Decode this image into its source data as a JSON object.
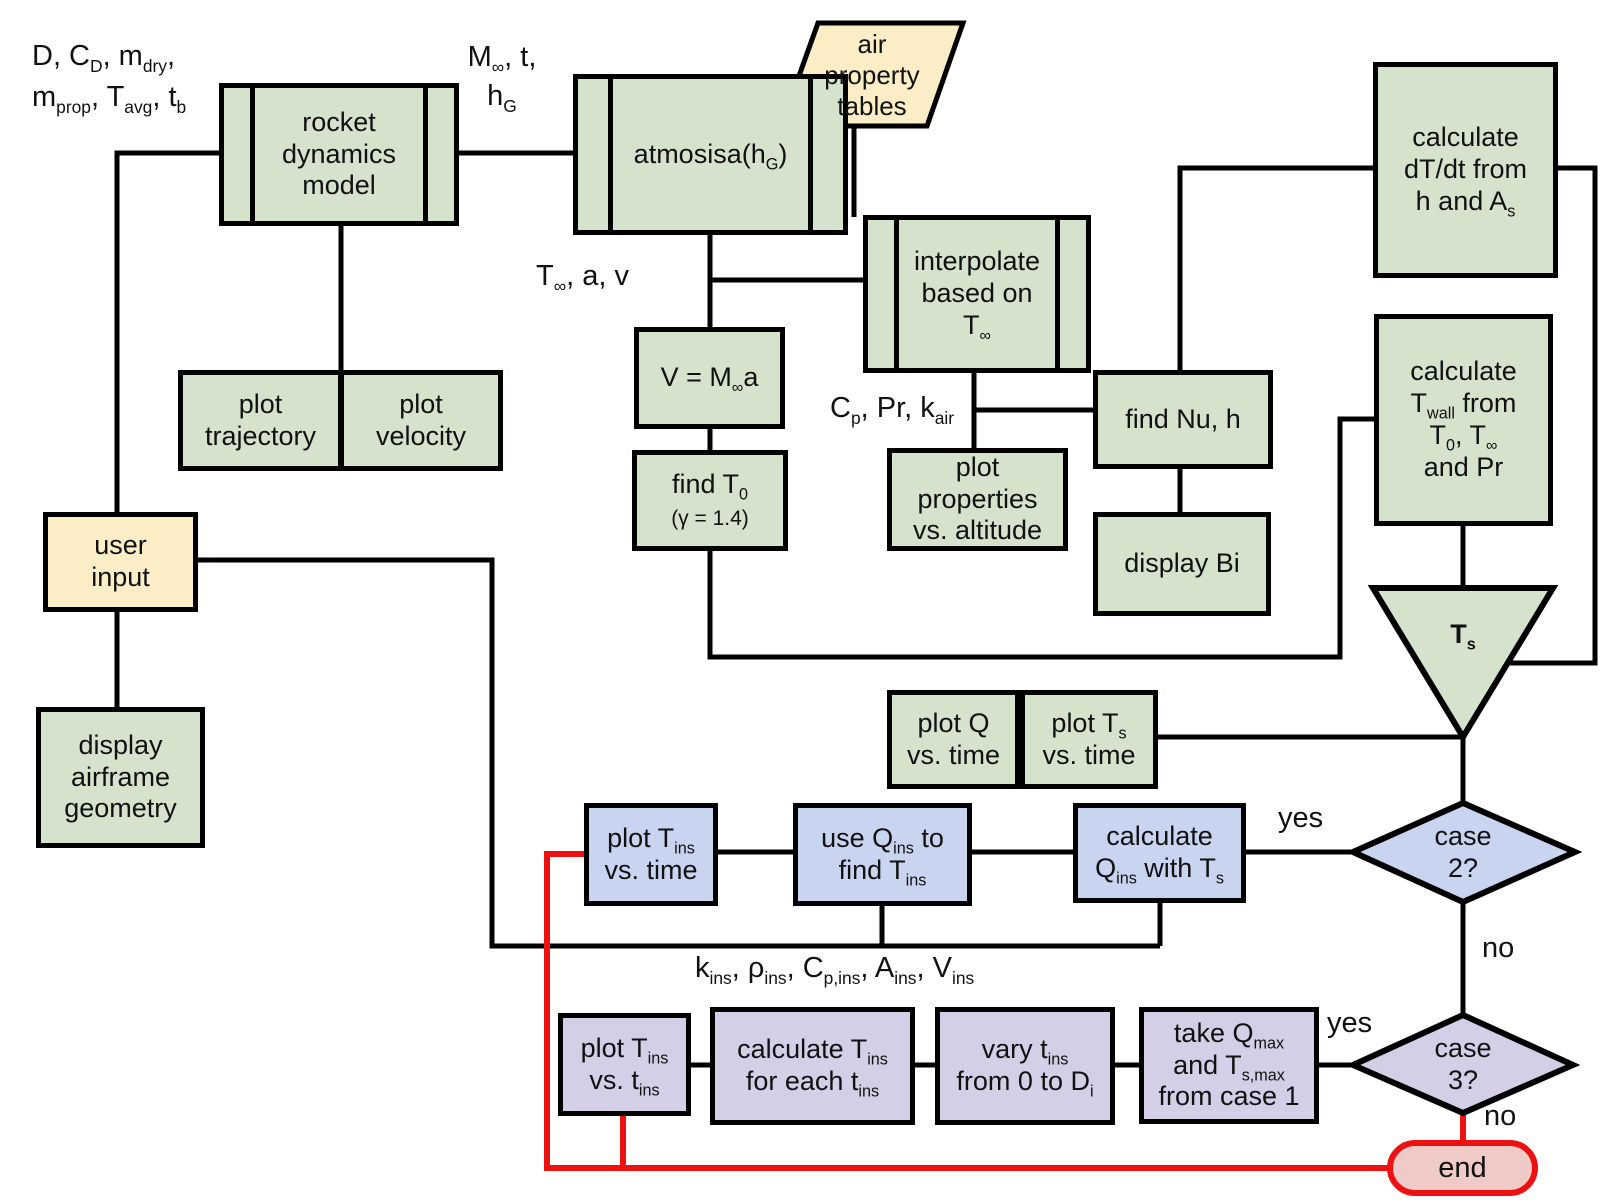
{
  "colors": {
    "process_green": "#d5e3cd",
    "io_yellow": "#fbeec6",
    "case2_blue": "#c8d4f0",
    "case3_purple": "#d4cfe7",
    "end_pink": "#efcac6",
    "end_border_red": "#ee1111",
    "line_black": "#000000"
  },
  "nodes": {
    "rocket_dynamics": {
      "shape": "subroutine",
      "label": "rocket<br>dynamics<br>model"
    },
    "atmosisa": {
      "shape": "subroutine",
      "label": "atmosisa(h<sub>G</sub>)"
    },
    "air_property_tables": {
      "shape": "parallelogram",
      "label": "air<br>property<br>tables"
    },
    "interpolate": {
      "shape": "subroutine",
      "label": "interpolate<br>based on<br>T<sub>&#8734;</sub>"
    },
    "v_equals_ma": {
      "shape": "process",
      "label": "V = M<sub>&#8734;</sub>a"
    },
    "find_t0": {
      "shape": "process",
      "label": "find T<sub>0</sub><br><span class=\"small\">(&#947; = 1.4)</span>"
    },
    "plot_trajectory": {
      "shape": "process",
      "label": "plot<br>trajectory"
    },
    "plot_velocity": {
      "shape": "process",
      "label": "plot<br>velocity"
    },
    "user_input": {
      "shape": "io",
      "label": "user<br>input"
    },
    "display_airframe": {
      "shape": "process",
      "label": "display<br>airframe<br>geometry"
    },
    "plot_properties": {
      "shape": "process",
      "label": "plot<br>properties<br>vs. altitude"
    },
    "find_nu_h": {
      "shape": "process",
      "label": "find Nu, h"
    },
    "display_bi": {
      "shape": "process",
      "label": "display Bi"
    },
    "calc_dtdt": {
      "shape": "process",
      "label": "calculate<br>dT/dt from<br>h and A<sub>s</sub>"
    },
    "calc_twall": {
      "shape": "process",
      "label": "calculate<br>T<sub>wall</sub> from<br>T<sub>0</sub>, T<sub>&#8734;</sub><br>and Pr"
    },
    "ts_triangle": {
      "shape": "triangle",
      "label": "<span class=\"bold\">T<sub>s</sub></span>"
    },
    "plot_q_time": {
      "shape": "process",
      "label": "plot Q<br>vs. time"
    },
    "plot_ts_time": {
      "shape": "process",
      "label": "plot T<sub>s</sub><br>vs. time"
    },
    "plot_tins_time": {
      "shape": "process",
      "label": "plot T<sub>ins</sub><br>vs. time"
    },
    "use_qins": {
      "shape": "process",
      "label": "use Q<sub>ins</sub> to<br>find T<sub>ins</sub>"
    },
    "calc_qins": {
      "shape": "process",
      "label": "calculate<br>Q<sub>ins</sub> with T<sub>s</sub>"
    },
    "case2": {
      "shape": "decision",
      "label": "case<br>2?"
    },
    "plot_tins_tins": {
      "shape": "process",
      "label": "plot T<sub>ins</sub><br>vs. t<sub>ins</sub>"
    },
    "calc_tins_each": {
      "shape": "process",
      "label": "calculate T<sub>ins</sub><br>for each t<sub>ins</sub>"
    },
    "vary_tins": {
      "shape": "process",
      "label": "vary t<sub>ins</sub><br>from 0 to D<sub>i</sub>"
    },
    "take_qmax": {
      "shape": "process",
      "label": "take Q<sub>max</sub><br>and T<sub>s,max</sub><br>from case 1"
    },
    "case3": {
      "shape": "decision",
      "label": "case<br>3?"
    },
    "end": {
      "shape": "terminator",
      "label": "end"
    }
  },
  "flow_labels": {
    "rocket_inputs": "D, C<sub>D</sub>, m<sub>dry</sub>,<br>m<sub>prop</sub>, T<sub>avg</sub>, t<sub>b</sub>",
    "mach_out": "M<sub>&#8734;</sub>, t,<br>h<sub>G</sub>",
    "atmos_out": "T<sub>&#8734;</sub>, a, v",
    "interp_out": "C<sub>p</sub>, Pr, k<sub>air</sub>",
    "insulation_props": "k<sub>ins</sub>, &#961;<sub>ins</sub>, C<sub>p,ins</sub>, A<sub>ins</sub>, V<sub>ins</sub>",
    "case2_yes": "yes",
    "case2_no": "no",
    "case3_yes": "yes",
    "case3_no": "no"
  }
}
